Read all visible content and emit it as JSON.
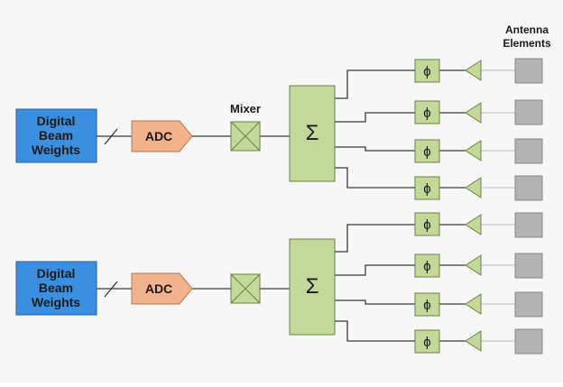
{
  "labels": {
    "antenna_line1": "Antenna",
    "antenna_line2": "Elements",
    "mixer": "Mixer"
  },
  "chains": [
    {
      "dbw": [
        "Digital",
        "Beam",
        "Weights"
      ],
      "adc": "ADC",
      "sum": "Σ",
      "shifters": [
        "ϕ",
        "ϕ",
        "ϕ",
        "ϕ"
      ]
    },
    {
      "dbw": [
        "Digital",
        "Beam",
        "Weights"
      ],
      "adc": "ADC",
      "sum": "Σ",
      "shifters": [
        "ϕ",
        "ϕ",
        "ϕ",
        "ϕ"
      ]
    }
  ],
  "colors": {
    "dbw_fill": "#3b8fe0",
    "adc_fill": "#f2b28c",
    "green_fill": "#c4d89a",
    "antenna_fill": "#b3b3b3",
    "line": "#3a3a3a",
    "antenna_line": "#c8c8c8",
    "background": "#f7f7f7"
  }
}
